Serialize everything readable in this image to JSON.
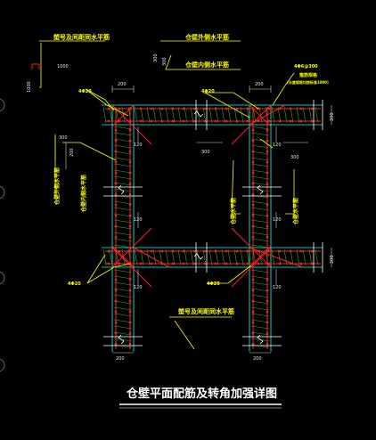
{
  "colors": {
    "background": "#000000",
    "wall_outline": "#00ffff",
    "rebar_red": "#ff2020",
    "leader_yellow": "#ffff00",
    "text_yellow": "#ffff00",
    "dim_white": "#e6e6e6",
    "hatch_green": "#20c020",
    "title_white": "#ffffff"
  },
  "labels": {
    "top_left_note": "塑号及间距同水平筋",
    "top_right_note1": "仓壁外侧水平筋",
    "top_right_note2": "仓壁内侧水平筋",
    "right_note_top": "4Φ6@300",
    "right_note_mid": "箍筋规格",
    "right_note_bot": "(长度规格均按标准1000)",
    "left_vert_outer": "仓壁外侧水平筋",
    "left_vert_inner": "仓壁内侧水平筋",
    "mid_vert": "仓壁水平筋",
    "right_vert": "仓壁水平筋",
    "bottom_note": "塑号及间距同水平筋",
    "bar_tag_1": "4Φ20",
    "bar_tag_2": "4Φ20",
    "bar_tag_3": "4Φ20",
    "bar_tag_4": "4Φ20",
    "title": "仓壁平面配筋及转角加强详图"
  },
  "dimensions": {
    "d_1000_top": "1000",
    "d_1000_side": "1000",
    "d_300_a": "300",
    "d_300_b": "300",
    "d_200_top_left": "200",
    "d_200_top_right": "200",
    "d_300_left": "300",
    "d_200_left": "200",
    "d_120_a": "120",
    "d_120_b": "120",
    "d_120_c": "120",
    "d_120_d": "120",
    "d_120_e": "120",
    "d_120_f": "120",
    "d_300_mid": "300",
    "d_200_right_a": "200",
    "d_200_right_b": "200",
    "d_200_bottom_left": "200",
    "d_200_bottom_right": "200",
    "d_300_right": "300"
  }
}
